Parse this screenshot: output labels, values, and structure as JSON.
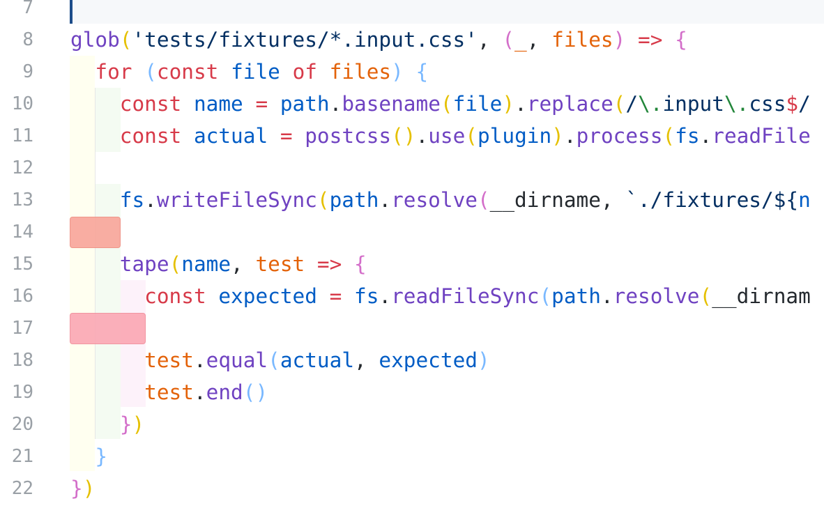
{
  "editor": {
    "colors": {
      "keyword": "#d73a49",
      "function": "#6f42c1",
      "variable": "#005cc5",
      "string": "#032f62",
      "param": "#e36209",
      "punct": "#24292e",
      "linenum": "#9aa0a6",
      "regex": "#22863a"
    },
    "lines": [
      {
        "num": "7",
        "tokens": []
      },
      {
        "num": "8",
        "tokens": [
          {
            "t": "glob",
            "c": "#6f42c1"
          },
          {
            "t": "(",
            "c": "#e5c000"
          },
          {
            "t": "'tests/fixtures/*.input.css'",
            "c": "#032f62"
          },
          {
            "t": ", ",
            "c": "#24292e"
          },
          {
            "t": "(",
            "c": "#d36ec9"
          },
          {
            "t": "_",
            "c": "#e36209"
          },
          {
            "t": ", ",
            "c": "#24292e"
          },
          {
            "t": "files",
            "c": "#e36209"
          },
          {
            "t": ")",
            "c": "#d36ec9"
          },
          {
            "t": " => ",
            "c": "#d73a49"
          },
          {
            "t": "{",
            "c": "#d36ec9"
          }
        ]
      },
      {
        "num": "9",
        "tokens": [
          {
            "t": "  ",
            "c": "#24292e"
          },
          {
            "t": "for",
            "c": "#d73a49"
          },
          {
            "t": " ",
            "c": "#24292e"
          },
          {
            "t": "(",
            "c": "#79b8ff"
          },
          {
            "t": "const",
            "c": "#d73a49"
          },
          {
            "t": " ",
            "c": "#24292e"
          },
          {
            "t": "file",
            "c": "#005cc5"
          },
          {
            "t": " ",
            "c": "#24292e"
          },
          {
            "t": "of",
            "c": "#d73a49"
          },
          {
            "t": " ",
            "c": "#24292e"
          },
          {
            "t": "files",
            "c": "#e36209"
          },
          {
            "t": ")",
            "c": "#79b8ff"
          },
          {
            "t": " ",
            "c": "#24292e"
          },
          {
            "t": "{",
            "c": "#79b8ff"
          }
        ]
      },
      {
        "num": "10",
        "tokens": [
          {
            "t": "    ",
            "c": "#24292e"
          },
          {
            "t": "const",
            "c": "#d73a49"
          },
          {
            "t": " ",
            "c": "#24292e"
          },
          {
            "t": "name",
            "c": "#005cc5"
          },
          {
            "t": " = ",
            "c": "#d73a49"
          },
          {
            "t": "path",
            "c": "#005cc5"
          },
          {
            "t": ".",
            "c": "#24292e"
          },
          {
            "t": "basename",
            "c": "#6f42c1"
          },
          {
            "t": "(",
            "c": "#e5c000"
          },
          {
            "t": "file",
            "c": "#005cc5"
          },
          {
            "t": ")",
            "c": "#e5c000"
          },
          {
            "t": ".",
            "c": "#24292e"
          },
          {
            "t": "replace",
            "c": "#6f42c1"
          },
          {
            "t": "(",
            "c": "#e5c000"
          },
          {
            "t": "/",
            "c": "#032f62"
          },
          {
            "t": "\\.",
            "c": "#22863a"
          },
          {
            "t": "input",
            "c": "#032f62"
          },
          {
            "t": "\\.",
            "c": "#22863a"
          },
          {
            "t": "css",
            "c": "#032f62"
          },
          {
            "t": "$",
            "c": "#d73a49"
          },
          {
            "t": "/",
            "c": "#032f62"
          }
        ]
      },
      {
        "num": "11",
        "tokens": [
          {
            "t": "    ",
            "c": "#24292e"
          },
          {
            "t": "const",
            "c": "#d73a49"
          },
          {
            "t": " ",
            "c": "#24292e"
          },
          {
            "t": "actual",
            "c": "#005cc5"
          },
          {
            "t": " = ",
            "c": "#d73a49"
          },
          {
            "t": "postcss",
            "c": "#6f42c1"
          },
          {
            "t": "()",
            "c": "#e5c000"
          },
          {
            "t": ".",
            "c": "#24292e"
          },
          {
            "t": "use",
            "c": "#6f42c1"
          },
          {
            "t": "(",
            "c": "#e5c000"
          },
          {
            "t": "plugin",
            "c": "#005cc5"
          },
          {
            "t": ")",
            "c": "#e5c000"
          },
          {
            "t": ".",
            "c": "#24292e"
          },
          {
            "t": "process",
            "c": "#6f42c1"
          },
          {
            "t": "(",
            "c": "#e5c000"
          },
          {
            "t": "fs",
            "c": "#005cc5"
          },
          {
            "t": ".",
            "c": "#24292e"
          },
          {
            "t": "readFile",
            "c": "#6f42c1"
          }
        ]
      },
      {
        "num": "12",
        "tokens": []
      },
      {
        "num": "13",
        "tokens": [
          {
            "t": "    ",
            "c": "#24292e"
          },
          {
            "t": "fs",
            "c": "#005cc5"
          },
          {
            "t": ".",
            "c": "#24292e"
          },
          {
            "t": "writeFileSync",
            "c": "#6f42c1"
          },
          {
            "t": "(",
            "c": "#e5c000"
          },
          {
            "t": "path",
            "c": "#005cc5"
          },
          {
            "t": ".",
            "c": "#24292e"
          },
          {
            "t": "resolve",
            "c": "#6f42c1"
          },
          {
            "t": "(",
            "c": "#d36ec9"
          },
          {
            "t": "__dirname",
            "c": "#24292e"
          },
          {
            "t": ", ",
            "c": "#24292e"
          },
          {
            "t": "`./fixtures/",
            "c": "#032f62"
          },
          {
            "t": "${",
            "c": "#032f62"
          },
          {
            "t": "n",
            "c": "#005cc5"
          }
        ]
      },
      {
        "num": "14",
        "tokens": []
      },
      {
        "num": "15",
        "tokens": [
          {
            "t": "    ",
            "c": "#24292e"
          },
          {
            "t": "tape",
            "c": "#6f42c1"
          },
          {
            "t": "(",
            "c": "#e5c000"
          },
          {
            "t": "name",
            "c": "#005cc5"
          },
          {
            "t": ", ",
            "c": "#24292e"
          },
          {
            "t": "test",
            "c": "#e36209"
          },
          {
            "t": " => ",
            "c": "#d73a49"
          },
          {
            "t": "{",
            "c": "#d36ec9"
          }
        ]
      },
      {
        "num": "16",
        "tokens": [
          {
            "t": "      ",
            "c": "#24292e"
          },
          {
            "t": "const",
            "c": "#d73a49"
          },
          {
            "t": " ",
            "c": "#24292e"
          },
          {
            "t": "expected",
            "c": "#005cc5"
          },
          {
            "t": " = ",
            "c": "#d73a49"
          },
          {
            "t": "fs",
            "c": "#005cc5"
          },
          {
            "t": ".",
            "c": "#24292e"
          },
          {
            "t": "readFileSync",
            "c": "#6f42c1"
          },
          {
            "t": "(",
            "c": "#79b8ff"
          },
          {
            "t": "path",
            "c": "#005cc5"
          },
          {
            "t": ".",
            "c": "#24292e"
          },
          {
            "t": "resolve",
            "c": "#6f42c1"
          },
          {
            "t": "(",
            "c": "#e5c000"
          },
          {
            "t": "__dirnam",
            "c": "#24292e"
          }
        ]
      },
      {
        "num": "17",
        "tokens": []
      },
      {
        "num": "18",
        "tokens": [
          {
            "t": "      ",
            "c": "#24292e"
          },
          {
            "t": "test",
            "c": "#e36209"
          },
          {
            "t": ".",
            "c": "#24292e"
          },
          {
            "t": "equal",
            "c": "#6f42c1"
          },
          {
            "t": "(",
            "c": "#79b8ff"
          },
          {
            "t": "actual",
            "c": "#005cc5"
          },
          {
            "t": ", ",
            "c": "#24292e"
          },
          {
            "t": "expected",
            "c": "#005cc5"
          },
          {
            "t": ")",
            "c": "#79b8ff"
          }
        ]
      },
      {
        "num": "19",
        "tokens": [
          {
            "t": "      ",
            "c": "#24292e"
          },
          {
            "t": "test",
            "c": "#e36209"
          },
          {
            "t": ".",
            "c": "#24292e"
          },
          {
            "t": "end",
            "c": "#6f42c1"
          },
          {
            "t": "()",
            "c": "#79b8ff"
          }
        ]
      },
      {
        "num": "20",
        "tokens": [
          {
            "t": "    ",
            "c": "#24292e"
          },
          {
            "t": "}",
            "c": "#d36ec9"
          },
          {
            "t": ")",
            "c": "#e5c000"
          }
        ]
      },
      {
        "num": "21",
        "tokens": [
          {
            "t": "  ",
            "c": "#24292e"
          },
          {
            "t": "}",
            "c": "#79b8ff"
          }
        ]
      },
      {
        "num": "22",
        "tokens": [
          {
            "t": "}",
            "c": "#d36ec9"
          },
          {
            "t": ")",
            "c": "#e5c000"
          }
        ]
      }
    ]
  }
}
